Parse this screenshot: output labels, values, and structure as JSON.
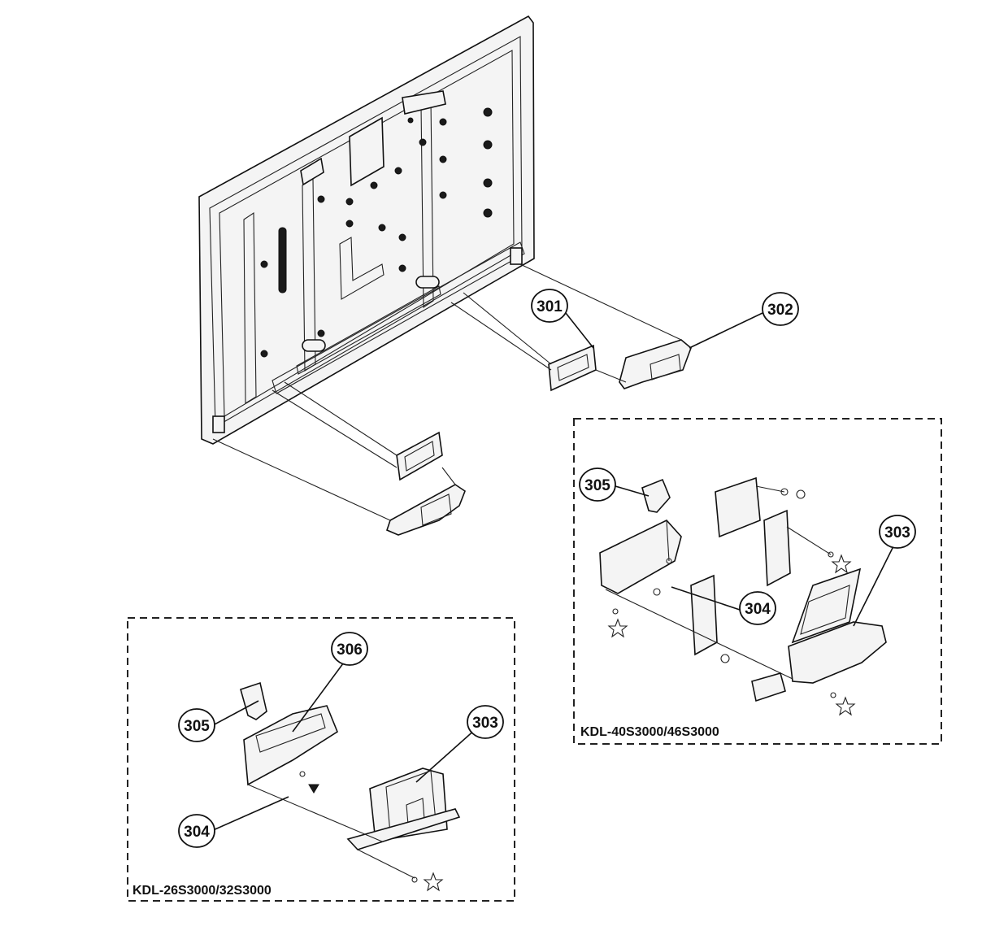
{
  "callouts": [
    {
      "id": "c301",
      "label": "301"
    },
    {
      "id": "c302",
      "label": "302"
    },
    {
      "id": "c303a",
      "label": "303"
    },
    {
      "id": "c304a",
      "label": "304"
    },
    {
      "id": "c305a",
      "label": "305"
    },
    {
      "id": "c303b",
      "label": "303"
    },
    {
      "id": "c304b",
      "label": "304"
    },
    {
      "id": "c305b",
      "label": "305"
    },
    {
      "id": "c306",
      "label": "306"
    }
  ],
  "insets": {
    "right": {
      "label": "KDL-40S3000/46S3000"
    },
    "left": {
      "label": "KDL-26S3000/32S3000"
    }
  },
  "colors": {
    "line": "#111111",
    "background": "#ffffff"
  }
}
